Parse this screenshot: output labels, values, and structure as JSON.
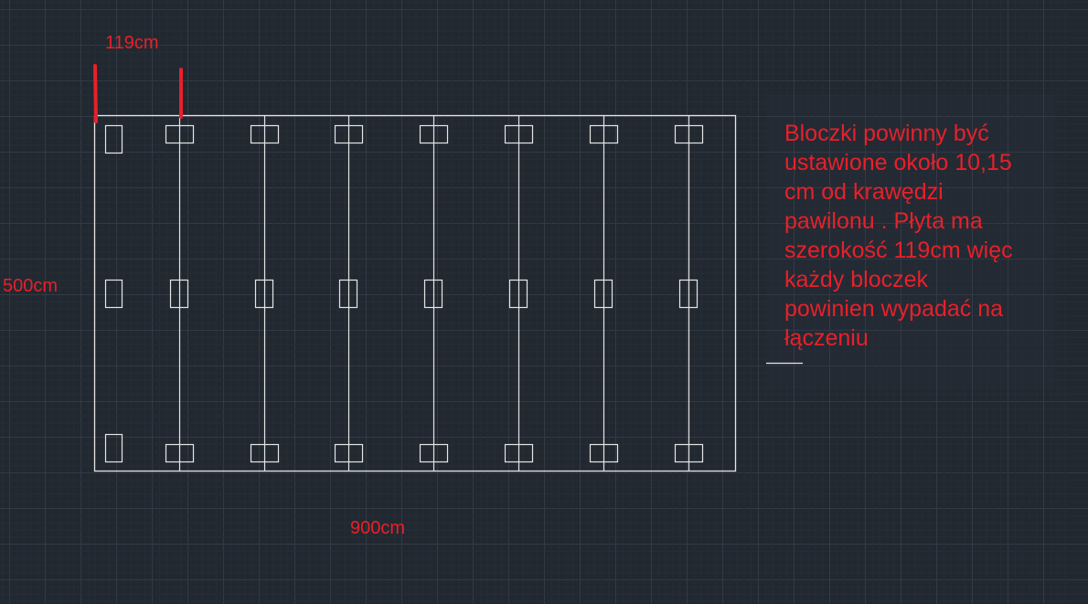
{
  "drawing": {
    "width_label": "900cm",
    "height_label": "500cm",
    "panel_label": "119cm",
    "note_lines": [
      "Bloczki powinny być",
      "ustawione około 10,15",
      "cm od krawędzi",
      "pawilonu . Płyta ma",
      "szerokość 119cm więc",
      "każdy bloczek",
      "powinien wypadać na",
      "łączeniu"
    ]
  },
  "colors": {
    "background": "#212830",
    "line": "#e6e6e6",
    "annotation": "#e8202a"
  }
}
